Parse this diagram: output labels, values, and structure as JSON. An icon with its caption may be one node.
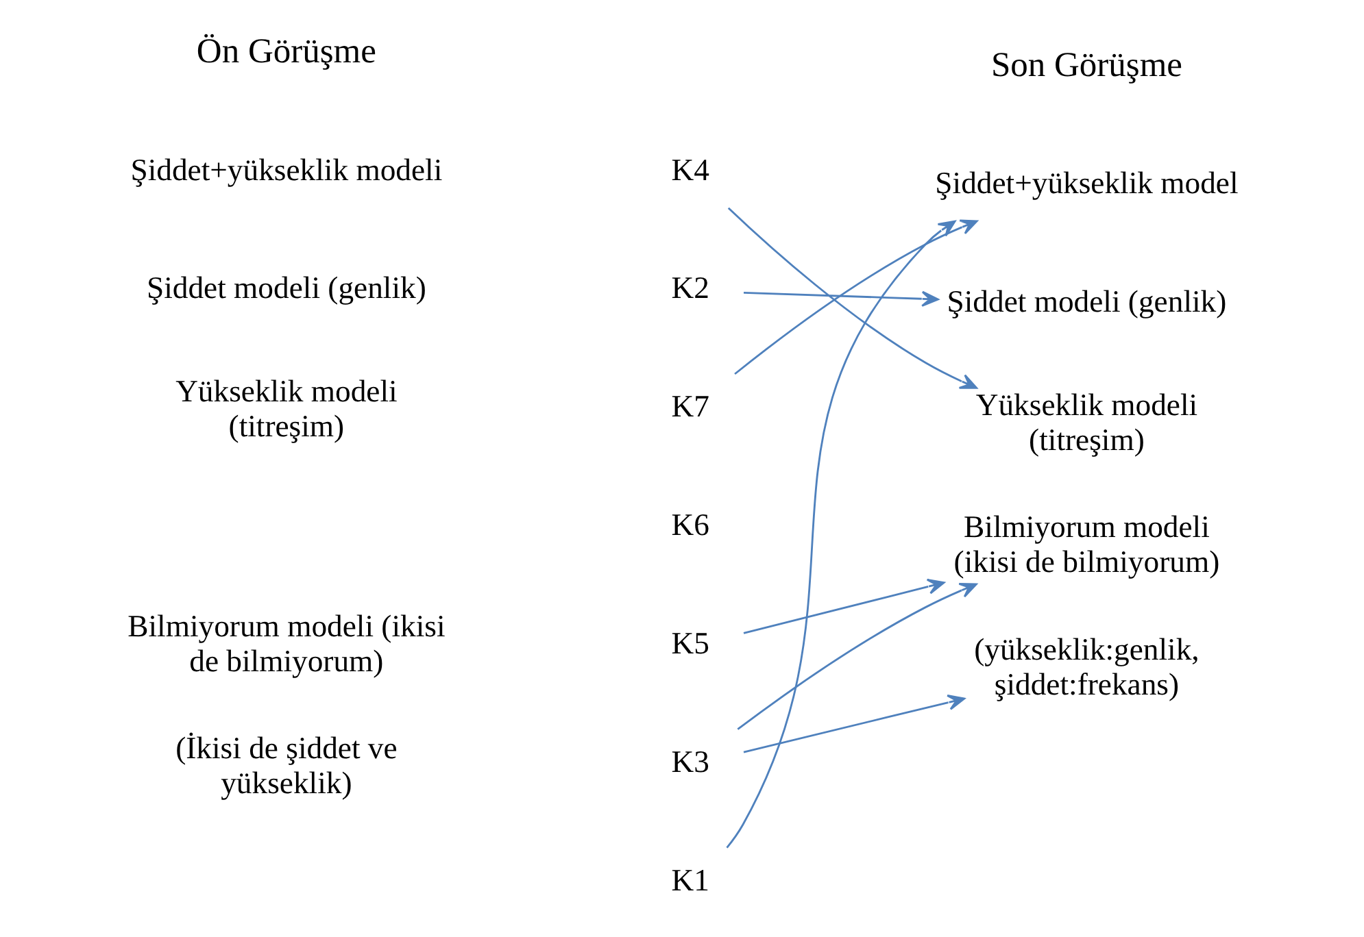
{
  "diagram": {
    "nodes": [
      {
        "text": [
          "K4"
        ]
      },
      {
        "text": [
          "K2"
        ]
      },
      {
        "text": [
          "K7"
        ]
      },
      {
        "text": [
          "K6"
        ]
      },
      {
        "text": [
          "K5"
        ]
      },
      {
        "text": [
          "K3"
        ]
      },
      {
        "text": [
          "K1"
        ]
      },
      {
        "text": [
          "Şiddet+yükseklik model"
        ]
      },
      {
        "text": [
          "Şiddet modeli (genlik)"
        ]
      },
      {
        "text": [
          "Yükseklik modeli (titreşim)"
        ]
      },
      {
        "text": [
          "Bilmiyorum modeli (ikisi de bilmiyorum)"
        ]
      },
      {
        "text": [
          "(yükseklik:genlik, şiddet:frekans)"
        ]
      }
    ],
    "edges": [
      {
        "from": 0,
        "to": 9,
        "arrow": "to"
      },
      {
        "from": 1,
        "to": 8,
        "arrow": "to"
      },
      {
        "from": 2,
        "to": 7,
        "arrow": "to"
      },
      {
        "from": 6,
        "to": 7,
        "arrow": "to"
      },
      {
        "from": 4,
        "to": 10,
        "arrow": "to"
      },
      {
        "from": 5,
        "to": 10,
        "arrow": "to"
      },
      {
        "from": 5,
        "to": 11,
        "arrow": "to"
      }
    ],
    "labels": [
      "Ön Görüşme",
      "Son Görüşme",
      "Şiddet+yükseklik modeli",
      "Şiddet modeli (genlik)",
      "Yükseklik modeli (titreşim)",
      "Bilmiyorum modeli (ikisi de bilmiyorum)",
      "(İkisi de şiddet ve yükseklik)"
    ]
  }
}
